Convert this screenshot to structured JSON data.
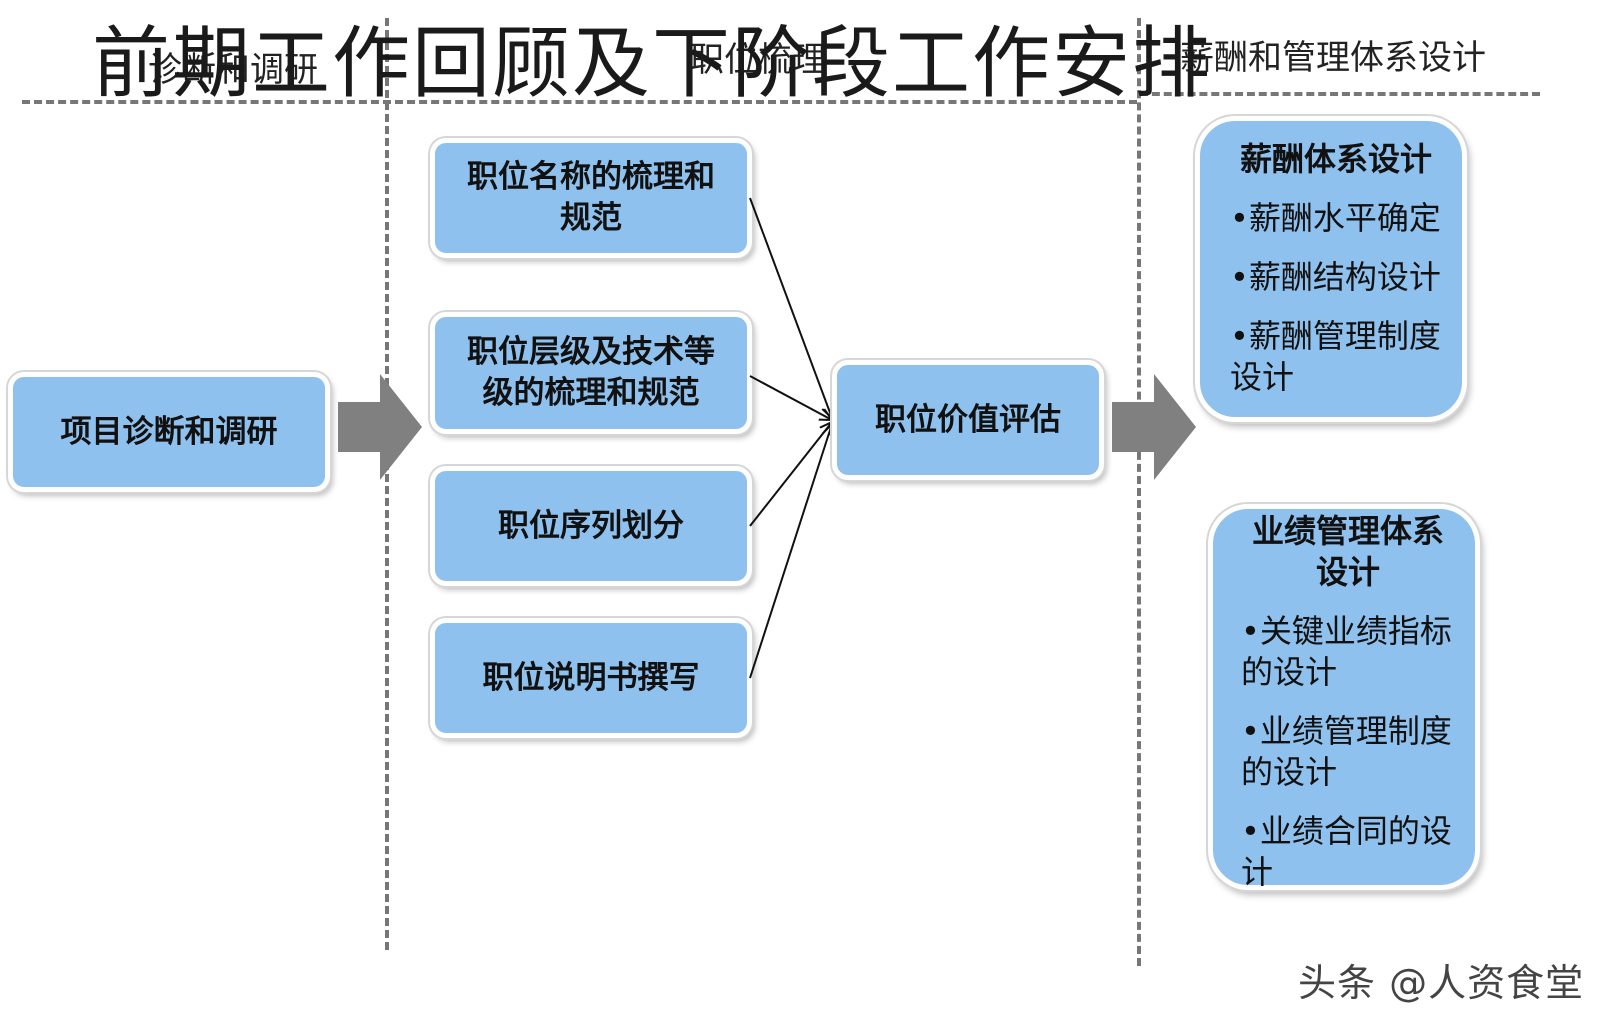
{
  "title": "前期工作回顾及下阶段工作安排",
  "columns": {
    "col1": "诊断和调研",
    "col2": "职位梳理",
    "col3": "薪酬和管理体系设计"
  },
  "boxes": {
    "diagnosis": "项目诊断和调研",
    "position_name": "职位名称的梳理和规范",
    "position_level": "职位层级及技术等级的梳理和规范",
    "position_sequence": "职位序列划分",
    "position_description": "职位说明书撰写",
    "position_value": "职位价值评估"
  },
  "salary_panel": {
    "title": "薪酬体系设计",
    "items": [
      "•薪酬水平确定",
      "•薪酬结构设计",
      "•薪酬管理制度设计"
    ]
  },
  "performance_panel": {
    "title": "业绩管理体系设计",
    "items": [
      "•关键业绩指标的设计",
      "•业绩管理制度的设计",
      "•业绩合同的设计"
    ]
  },
  "watermark": "头条 @人资食堂",
  "colors": {
    "box_fill": "#8fc1ee",
    "arrow": "#808080",
    "divider": "#777777"
  }
}
